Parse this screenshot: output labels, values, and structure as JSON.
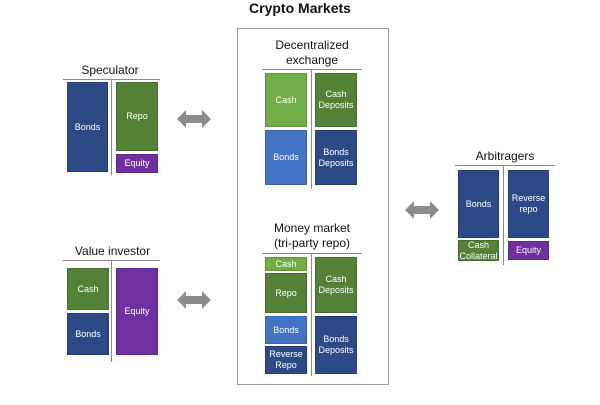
{
  "title": "Crypto Markets",
  "speculator": {
    "label": "Speculator",
    "assets": [
      "Bonds"
    ],
    "liabilities": [
      "Repo",
      "Equity"
    ]
  },
  "value_investor": {
    "label": "Value investor",
    "assets": [
      "Cash",
      "Bonds"
    ],
    "liabilities": [
      "Equity"
    ]
  },
  "dex": {
    "label_line1": "Decentralized",
    "label_line2": "exchange",
    "assets": [
      "Cash",
      "Bonds"
    ],
    "liabilities": [
      "Cash Deposits",
      "Bonds Deposits"
    ]
  },
  "money_market": {
    "label_line1": "Money market",
    "label_line2": "(tri-party repo)",
    "assets": [
      "Cash",
      "Repo",
      "Bonds",
      "Reverse Repo"
    ],
    "liabilities": [
      "Cash Deposits",
      "Bonds Deposits"
    ]
  },
  "arbitragers": {
    "label": "Arbitragers",
    "assets": [
      "Bonds",
      "Cash Collateral"
    ],
    "liabilities": [
      "Reverse repo",
      "Equity"
    ]
  },
  "colors": {
    "navy": "#2c4a86",
    "blue": "#4472c4",
    "green": "#538135",
    "light_green": "#70ad47",
    "purple": "#7030a0",
    "arrow": "#8c8c8c"
  }
}
